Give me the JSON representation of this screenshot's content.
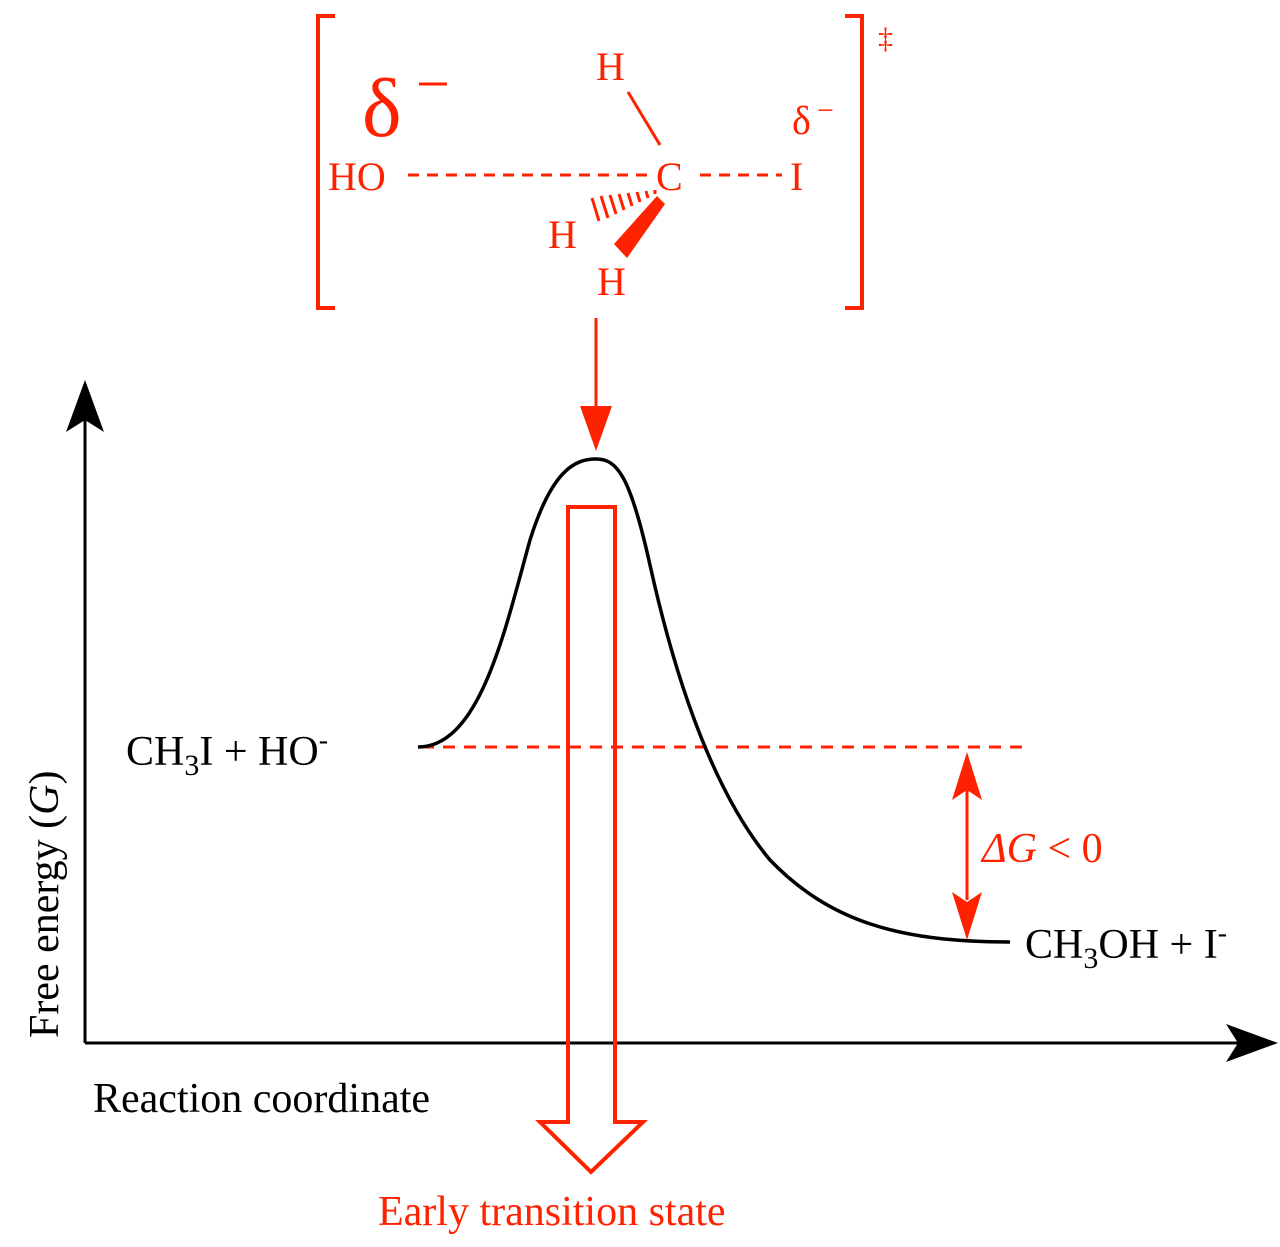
{
  "transition_state": {
    "delta_big": "δ",
    "delta_big_sign": "−",
    "ho": "HO",
    "h_top": "H",
    "c": "C",
    "i": "I",
    "delta_small": "δ",
    "delta_small_sign": "−",
    "h_hash": "H",
    "h_wedge": "H",
    "double_dagger": "‡"
  },
  "axes": {
    "y_label_main": "Free energy (",
    "y_label_var": "G",
    "y_label_close": ")",
    "x_label": "Reaction coordinate"
  },
  "reactants": {
    "part1": "CH",
    "sub": "3",
    "part2": "I + HO",
    "sup": "-"
  },
  "products": {
    "part1": "CH",
    "sub": "3",
    "part2": "OH + I",
    "sup": "-"
  },
  "delta_g": {
    "symbol": "ΔG",
    "rest": " < 0"
  },
  "early_label": "Early transition state",
  "colors": {
    "accent": "#ff2200",
    "ink": "#000000"
  }
}
